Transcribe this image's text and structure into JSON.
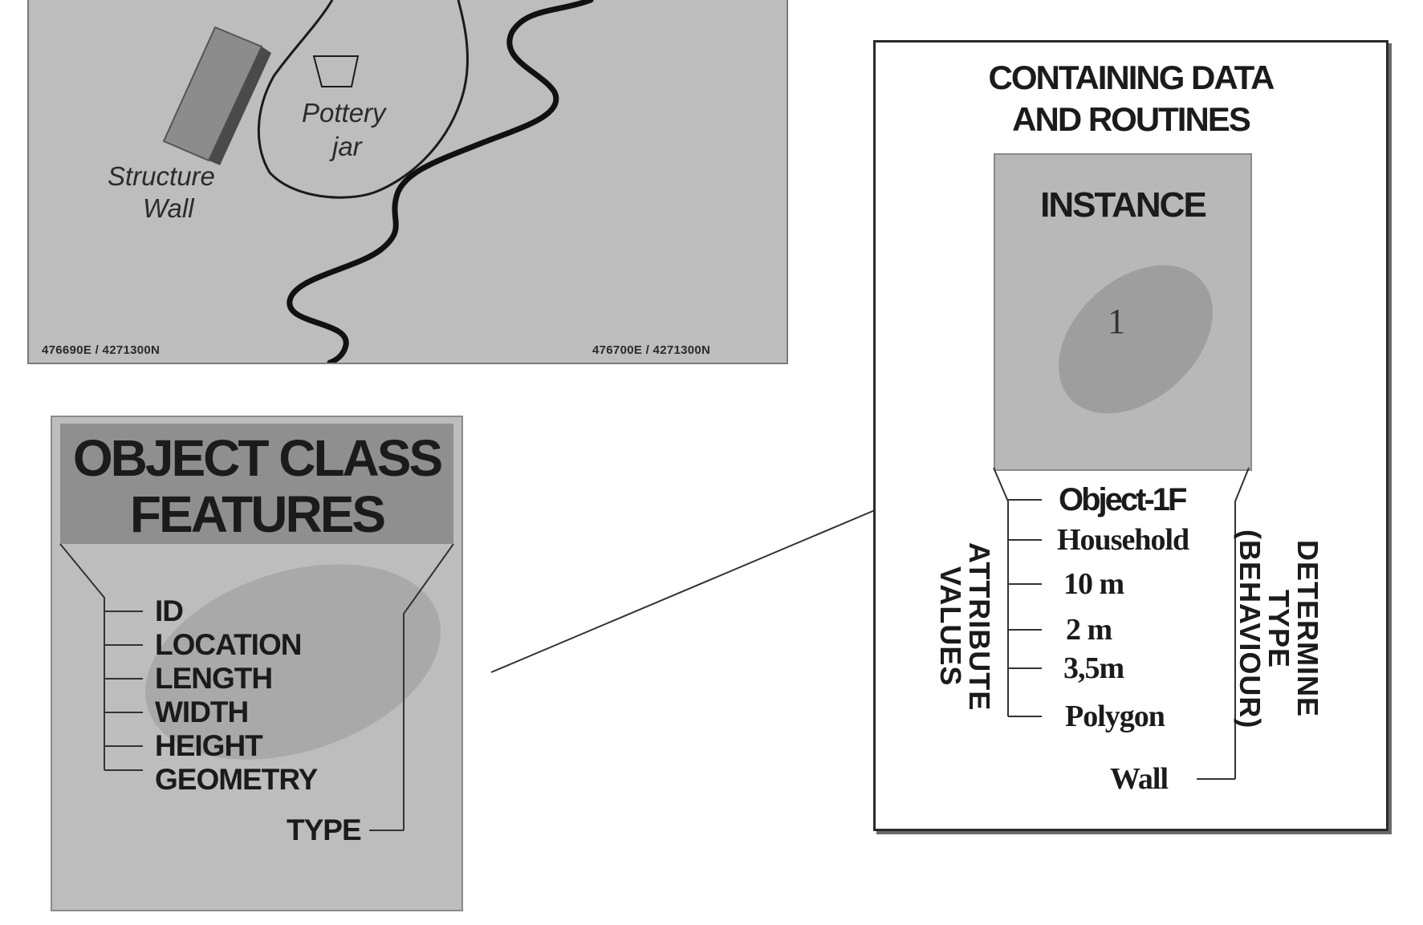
{
  "map": {
    "labels": {
      "structure": "Structure",
      "wall": "Wall",
      "pottery": "Pottery",
      "jar": "jar"
    },
    "coords": {
      "left": "476690E / 4271300N",
      "right": "476700E / 4271300N"
    }
  },
  "object_class": {
    "title_line1": "OBJECT CLASS",
    "title_line2": "FEATURES",
    "attributes": [
      "ID",
      "LOCATION",
      "LENGTH",
      "WIDTH",
      "HEIGHT",
      "GEOMETRY"
    ],
    "type_label": "TYPE"
  },
  "instance_panel": {
    "title_line1": "CONTAINING DATA",
    "title_line2": "AND ROUTINES",
    "instance_label": "INSTANCE",
    "instance_number": "1",
    "values": [
      "Object-1F",
      "Household",
      "10 m",
      "2 m",
      "3,5m",
      "Polygon"
    ],
    "type_value": "Wall",
    "attribute_values_label_line1": "ATTRIBUTE",
    "attribute_values_label_line2": "VALUES",
    "determine_label_line1": "DETERMINE",
    "determine_label_line2": "TYPE",
    "determine_label_line3": "(BEHAVIOUR)"
  },
  "colors": {
    "panel_gray": "#bdbdbd",
    "title_gray": "#8f8f8f",
    "blob_gray": "#a9a9a9",
    "ink": "#1b1b1b"
  }
}
